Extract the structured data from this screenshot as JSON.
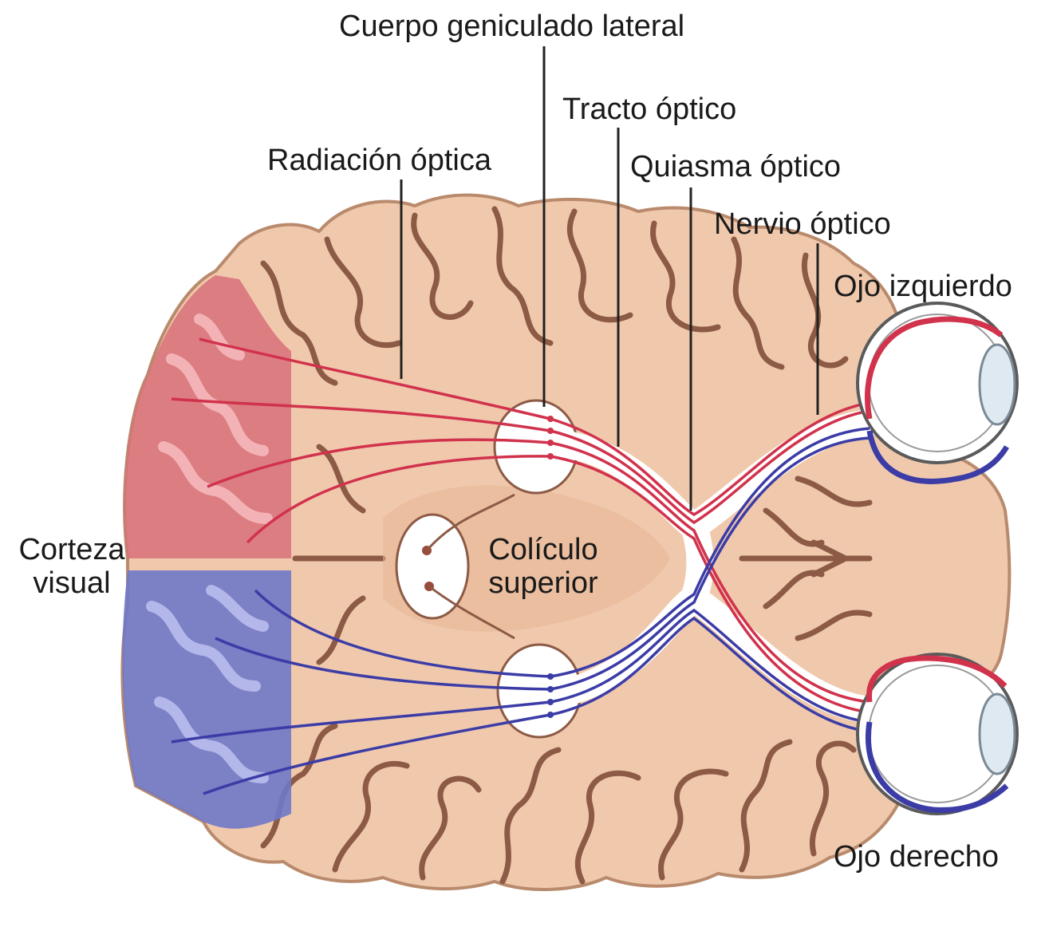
{
  "labels": {
    "cuerpo_geniculado": "Cuerpo geniculado lateral",
    "tracto_optico": "Tracto óptico",
    "radiacion_optica": "Radiación óptica",
    "quiasma_optico": "Quiasma óptico",
    "nervio_optico": "Nervio óptico",
    "ojo_izquierdo": "Ojo izquierdo",
    "ojo_derecho": "Ojo derecho",
    "corteza_visual_1": "Corteza",
    "corteza_visual_2": "visual",
    "coliculo_1": "Colículo",
    "coliculo_2": "superior"
  },
  "colors": {
    "brain_fill": "#f0c9ad",
    "brain_outline": "#b98a6c",
    "sulcus": "#8c5a45",
    "pathway_red": "#d1324c",
    "pathway_blue": "#3b3ca6",
    "cortex_red": "#d8707a",
    "cortex_blue": "#6f78c8",
    "leader": "#222222"
  }
}
